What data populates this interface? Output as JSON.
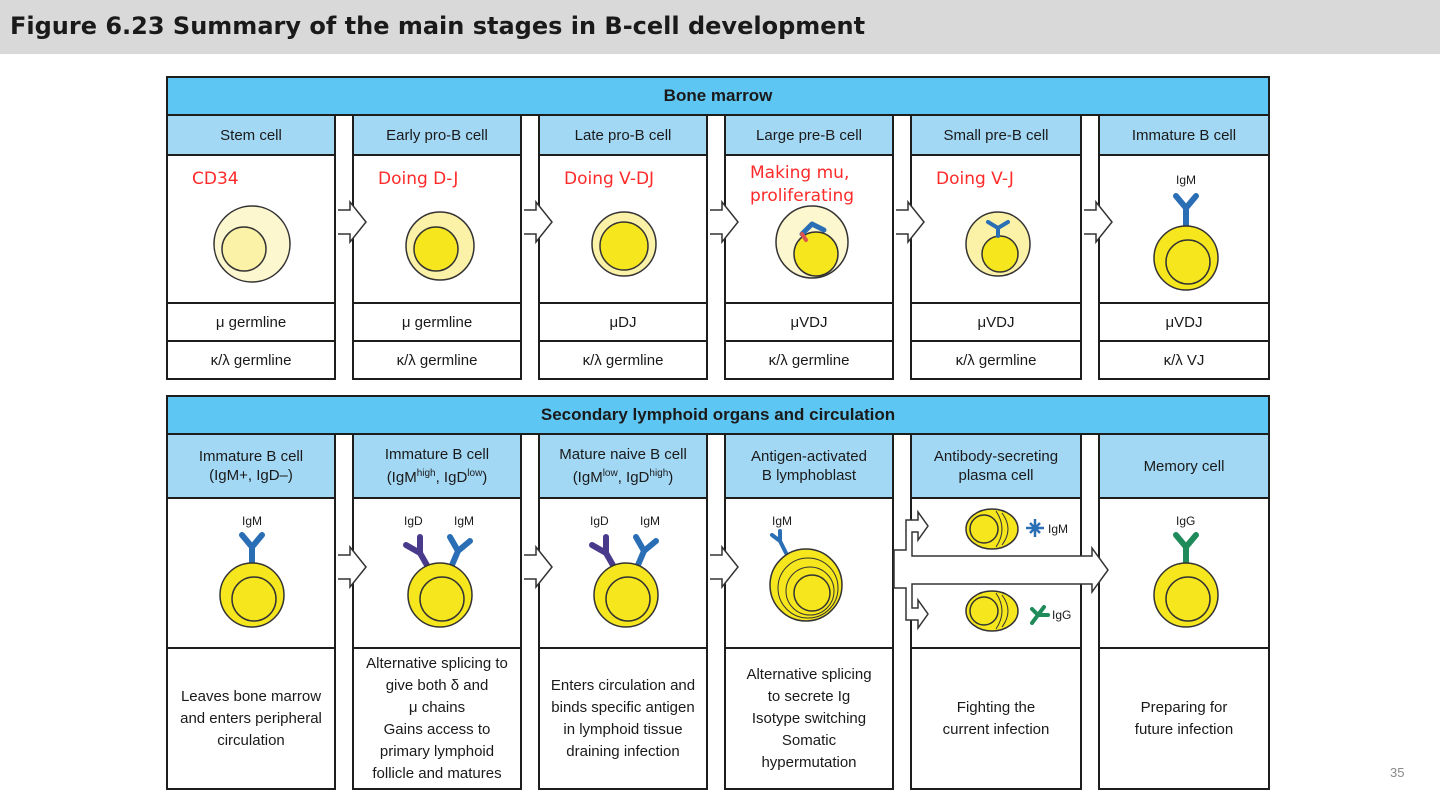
{
  "title": "Figure 6.23  Summary of the main stages in B-cell development",
  "page_number": "35",
  "bone_marrow": {
    "header": "Bone marrow",
    "columns": [
      {
        "name": "Stem cell",
        "note": "CD34",
        "heavy": "μ germline",
        "light": "κ/λ germline"
      },
      {
        "name": "Early pro-B cell",
        "note": "Doing D-J",
        "heavy": "μ germline",
        "light": "κ/λ germline"
      },
      {
        "name": "Late pro-B cell",
        "note": "Doing V-DJ",
        "heavy": "μDJ",
        "light": "κ/λ germline"
      },
      {
        "name": "Large pre-B cell",
        "note": "Making mu,\nproliferating",
        "heavy": "μVDJ",
        "light": "κ/λ germline"
      },
      {
        "name": "Small pre-B cell",
        "note": "Doing V-J",
        "heavy": "μVDJ",
        "light": "κ/λ germline"
      },
      {
        "name": "Immature B cell",
        "note": "",
        "antibody": "IgM",
        "heavy": "μVDJ",
        "light": "κ/λ VJ"
      }
    ]
  },
  "secondary": {
    "header": "Secondary lymphoid organs and circulation",
    "columns": [
      {
        "name_line1": "Immature B cell",
        "name_line2": "(IgM+, IgD–)",
        "labels": [
          "IgM"
        ],
        "description": "Leaves bone marrow\nand enters peripheral\ncirculation"
      },
      {
        "name_line1": "Immature B cell",
        "name_line2_a": "(IgM",
        "name_line2_sup1": "high",
        "name_line2_b": ", IgD",
        "name_line2_sup2": "low",
        "name_line2_c": ")",
        "labels": [
          "IgD",
          "IgM"
        ],
        "description": "Alternative splicing to\ngive both δ and\nμ chains\nGains access to\nprimary lymphoid\nfollicle and matures"
      },
      {
        "name_line1": "Mature naive B cell",
        "name_line2_a": "(IgM",
        "name_line2_sup1": "low",
        "name_line2_b": ", IgD",
        "name_line2_sup2": "high",
        "name_line2_c": ")",
        "labels": [
          "IgD",
          "IgM"
        ],
        "description": "Enters circulation and\nbinds specific antigen\nin lymphoid tissue\ndraining infection"
      },
      {
        "name_line1": "Antigen-activated",
        "name_line2": "B lymphoblast",
        "labels": [
          "IgM"
        ],
        "description": "Alternative splicing\nto secrete Ig\nIsotype switching\nSomatic\nhypermutation"
      },
      {
        "name_line1": "Antibody-secreting",
        "name_line2": "plasma cell",
        "labels": [
          "IgM",
          "IgG"
        ],
        "description": "Fighting the\ncurrent infection"
      },
      {
        "name_line1": "Memory cell",
        "name_line2": "",
        "labels": [
          "IgG"
        ],
        "description": "Preparing for\nfuture infection"
      }
    ]
  },
  "colors": {
    "header_blue": "#5ec6f2",
    "subheader_blue": "#a3d8f5",
    "note_red": "#ff2a2a",
    "cell_yellow": "#f5e61e",
    "igm_blue": "#2a6fb5",
    "igd_purple": "#4a3a8c",
    "igg_green": "#1f8a5a"
  }
}
